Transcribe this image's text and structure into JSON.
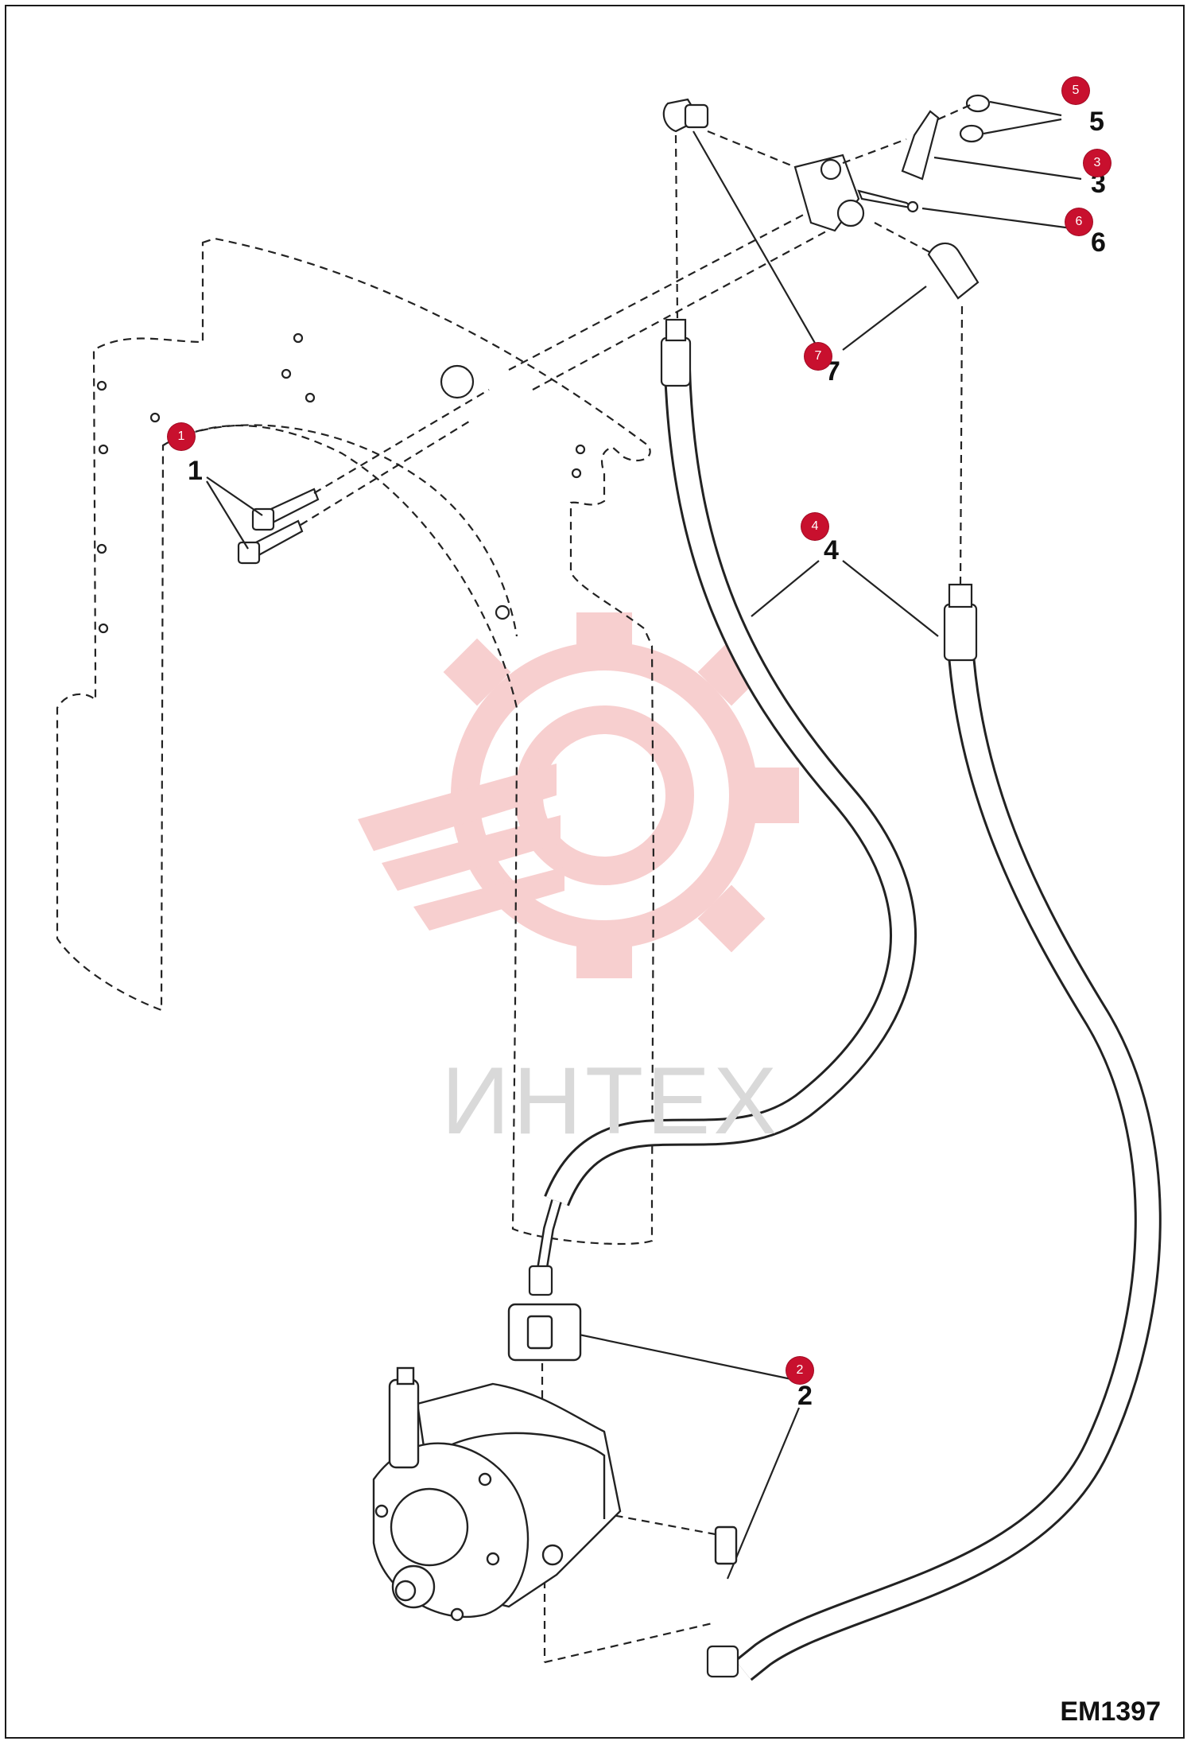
{
  "diagram": {
    "drawing_code": "EM1397",
    "watermark_text": "ИНТЕХ",
    "badge_color": "#c8102e",
    "watermark_color": "#f2b3b3",
    "callouts": [
      {
        "id": "1",
        "label": "1",
        "badge": "1"
      },
      {
        "id": "2",
        "label": "2",
        "badge": "2"
      },
      {
        "id": "3",
        "label": "3",
        "badge": "3"
      },
      {
        "id": "4",
        "label": "4",
        "badge": "4"
      },
      {
        "id": "5",
        "label": "5",
        "badge": "5"
      },
      {
        "id": "6",
        "label": "6",
        "badge": "6"
      },
      {
        "id": "7",
        "label": "7",
        "badge": "7"
      }
    ]
  }
}
